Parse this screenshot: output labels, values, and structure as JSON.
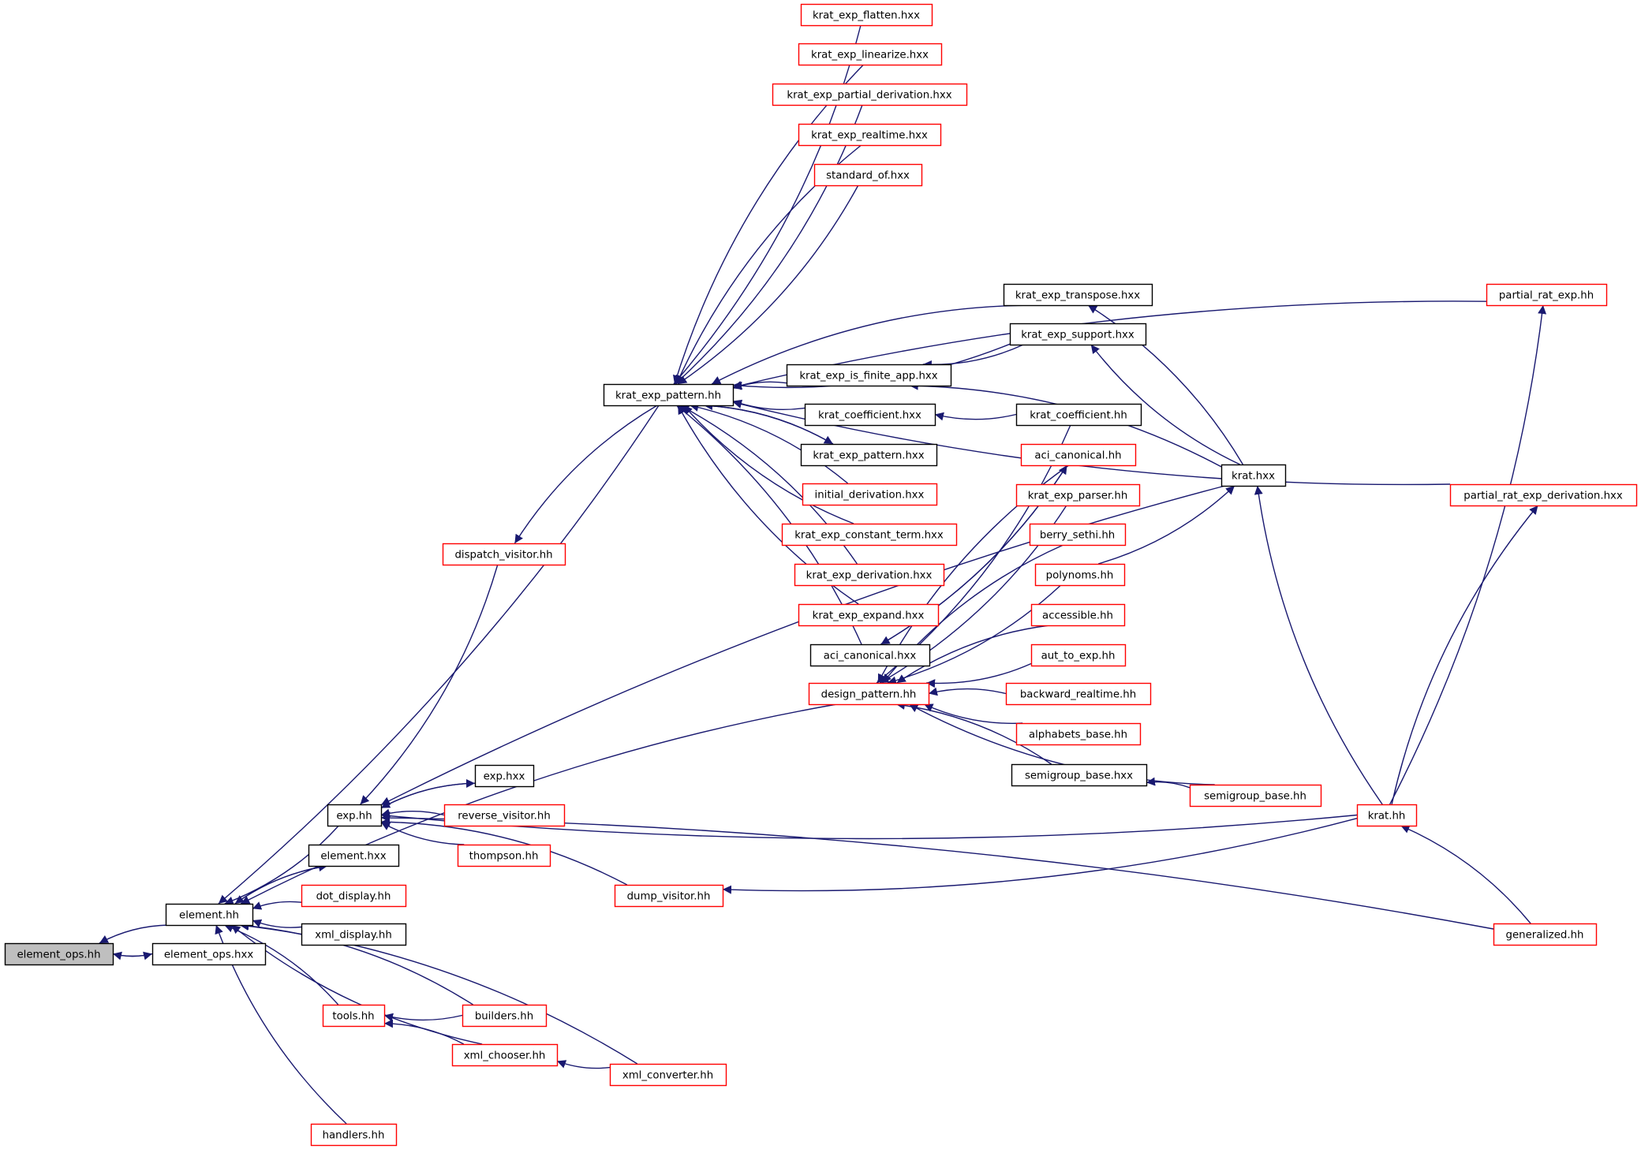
{
  "colors": {
    "edge": "#191970",
    "box_black": "#000000",
    "box_red": "#ff0000",
    "box_root_fill": "#bfbfbf",
    "background": "#ffffff"
  },
  "nodes": [
    {
      "id": "element_ops_hh",
      "label": "element_ops.hh",
      "style": "root"
    },
    {
      "id": "element_hh",
      "label": "element.hh",
      "style": "black"
    },
    {
      "id": "element_ops_hxx",
      "label": "element_ops.hxx",
      "style": "black"
    },
    {
      "id": "exp_hh",
      "label": "exp.hh",
      "style": "black"
    },
    {
      "id": "element_hxx",
      "label": "element.hxx",
      "style": "black"
    },
    {
      "id": "dot_display_hh",
      "label": "dot_display.hh",
      "style": "red"
    },
    {
      "id": "xml_display_hh",
      "label": "xml_display.hh",
      "style": "black"
    },
    {
      "id": "tools_hh",
      "label": "tools.hh",
      "style": "red"
    },
    {
      "id": "handlers_hh",
      "label": "handlers.hh",
      "style": "red"
    },
    {
      "id": "builders_hh",
      "label": "builders.hh",
      "style": "red"
    },
    {
      "id": "xml_chooser_hh",
      "label": "xml_chooser.hh",
      "style": "red"
    },
    {
      "id": "xml_converter_hh",
      "label": "xml_converter.hh",
      "style": "red"
    },
    {
      "id": "exp_hxx",
      "label": "exp.hxx",
      "style": "black"
    },
    {
      "id": "reverse_visitor_hh",
      "label": "reverse_visitor.hh",
      "style": "red"
    },
    {
      "id": "thompson_hh",
      "label": "thompson.hh",
      "style": "red"
    },
    {
      "id": "dump_visitor_hh",
      "label": "dump_visitor.hh",
      "style": "red"
    },
    {
      "id": "dispatch_visitor_hh",
      "label": "dispatch_visitor.hh",
      "style": "red"
    },
    {
      "id": "krat_exp_pattern_hh",
      "label": "krat_exp_pattern.hh",
      "style": "black"
    },
    {
      "id": "krat_exp_flatten_hxx",
      "label": "krat_exp_flatten.hxx",
      "style": "red"
    },
    {
      "id": "krat_exp_linearize_hxx",
      "label": "krat_exp_linearize.hxx",
      "style": "red"
    },
    {
      "id": "krat_exp_partial_derivation_hxx",
      "label": "krat_exp_partial_derivation.hxx",
      "style": "red"
    },
    {
      "id": "krat_exp_realtime_hxx",
      "label": "krat_exp_realtime.hxx",
      "style": "red"
    },
    {
      "id": "standard_of_hxx",
      "label": "standard_of.hxx",
      "style": "red"
    },
    {
      "id": "krat_exp_transpose_hxx",
      "label": "krat_exp_transpose.hxx",
      "style": "black"
    },
    {
      "id": "krat_exp_support_hxx",
      "label": "krat_exp_support.hxx",
      "style": "black"
    },
    {
      "id": "krat_exp_is_finite_app_hxx",
      "label": "krat_exp_is_finite_app.hxx",
      "style": "black"
    },
    {
      "id": "krat_coefficient_hxx",
      "label": "krat_coefficient.hxx",
      "style": "black"
    },
    {
      "id": "krat_coefficient_hh",
      "label": "krat_coefficient.hh",
      "style": "black"
    },
    {
      "id": "krat_exp_pattern_hxx",
      "label": "krat_exp_pattern.hxx",
      "style": "black"
    },
    {
      "id": "initial_derivation_hxx",
      "label": "initial_derivation.hxx",
      "style": "red"
    },
    {
      "id": "krat_exp_constant_term_hxx",
      "label": "krat_exp_constant_term.hxx",
      "style": "red"
    },
    {
      "id": "krat_exp_derivation_hxx",
      "label": "krat_exp_derivation.hxx",
      "style": "red"
    },
    {
      "id": "krat_exp_expand_hxx",
      "label": "krat_exp_expand.hxx",
      "style": "red"
    },
    {
      "id": "aci_canonical_hxx",
      "label": "aci_canonical.hxx",
      "style": "black"
    },
    {
      "id": "design_pattern_hh",
      "label": "design_pattern.hh",
      "style": "red"
    },
    {
      "id": "aci_canonical_hh",
      "label": "aci_canonical.hh",
      "style": "red"
    },
    {
      "id": "krat_exp_parser_hh",
      "label": "krat_exp_parser.hh",
      "style": "red"
    },
    {
      "id": "berry_sethi_hh",
      "label": "berry_sethi.hh",
      "style": "red"
    },
    {
      "id": "polynoms_hh",
      "label": "polynoms.hh",
      "style": "red"
    },
    {
      "id": "accessible_hh",
      "label": "accessible.hh",
      "style": "red"
    },
    {
      "id": "aut_to_exp_hh",
      "label": "aut_to_exp.hh",
      "style": "red"
    },
    {
      "id": "backward_realtime_hh",
      "label": "backward_realtime.hh",
      "style": "red"
    },
    {
      "id": "alphabets_base_hh",
      "label": "alphabets_base.hh",
      "style": "red"
    },
    {
      "id": "semigroup_base_hxx",
      "label": "semigroup_base.hxx",
      "style": "black"
    },
    {
      "id": "semigroup_base_hh",
      "label": "semigroup_base.hh",
      "style": "red"
    },
    {
      "id": "krat_hxx",
      "label": "krat.hxx",
      "style": "black"
    },
    {
      "id": "krat_hh",
      "label": "krat.hh",
      "style": "red"
    },
    {
      "id": "partial_rat_exp_hh",
      "label": "partial_rat_exp.hh",
      "style": "red"
    },
    {
      "id": "partial_rat_exp_derivation_hxx",
      "label": "partial_rat_exp_derivation.hxx",
      "style": "red"
    },
    {
      "id": "generalized_hh",
      "label": "generalized.hh",
      "style": "red"
    }
  ],
  "edges": [
    [
      "element_hh",
      "element_ops_hh"
    ],
    [
      "element_ops_hxx",
      "element_ops_hh"
    ],
    [
      "element_ops_hh",
      "element_ops_hxx"
    ],
    [
      "exp_hh",
      "element_hh"
    ],
    [
      "element_hxx",
      "element_hh"
    ],
    [
      "element_hh",
      "element_hxx"
    ],
    [
      "dot_display_hh",
      "element_hh"
    ],
    [
      "xml_display_hh",
      "element_hh"
    ],
    [
      "tools_hh",
      "element_hh"
    ],
    [
      "handlers_hh",
      "element_hh"
    ],
    [
      "builders_hh",
      "element_hh"
    ],
    [
      "xml_chooser_hh",
      "element_hh"
    ],
    [
      "xml_converter_hh",
      "element_hh"
    ],
    [
      "krat_exp_pattern_hh",
      "element_hh"
    ],
    [
      "design_pattern_hh",
      "element_hh"
    ],
    [
      "builders_hh",
      "tools_hh"
    ],
    [
      "xml_chooser_hh",
      "tools_hh"
    ],
    [
      "xml_converter_hh",
      "xml_chooser_hh"
    ],
    [
      "exp_hxx",
      "exp_hh"
    ],
    [
      "exp_hh",
      "exp_hxx"
    ],
    [
      "reverse_visitor_hh",
      "exp_hh"
    ],
    [
      "thompson_hh",
      "exp_hh"
    ],
    [
      "dump_visitor_hh",
      "exp_hh"
    ],
    [
      "dispatch_visitor_hh",
      "exp_hh"
    ],
    [
      "krat_hxx",
      "exp_hh"
    ],
    [
      "krat_hh",
      "exp_hh"
    ],
    [
      "generalized_hh",
      "exp_hh"
    ],
    [
      "krat_hh",
      "dump_visitor_hh"
    ],
    [
      "krat_exp_pattern_hh",
      "dispatch_visitor_hh"
    ],
    [
      "krat_exp_flatten_hxx",
      "krat_exp_pattern_hh"
    ],
    [
      "krat_exp_linearize_hxx",
      "krat_exp_pattern_hh"
    ],
    [
      "krat_exp_partial_derivation_hxx",
      "krat_exp_pattern_hh"
    ],
    [
      "krat_exp_realtime_hxx",
      "krat_exp_pattern_hh"
    ],
    [
      "standard_of_hxx",
      "krat_exp_pattern_hh"
    ],
    [
      "partial_rat_exp_hh",
      "krat_exp_pattern_hh"
    ],
    [
      "partial_rat_exp_derivation_hxx",
      "krat_exp_pattern_hh"
    ],
    [
      "krat_exp_transpose_hxx",
      "krat_exp_pattern_hh"
    ],
    [
      "krat_exp_support_hxx",
      "krat_exp_pattern_hh"
    ],
    [
      "krat_exp_is_finite_app_hxx",
      "krat_exp_pattern_hh"
    ],
    [
      "krat_coefficient_hxx",
      "krat_exp_pattern_hh"
    ],
    [
      "krat_exp_pattern_hxx",
      "krat_exp_pattern_hh"
    ],
    [
      "krat_exp_pattern_hh",
      "krat_exp_pattern_hxx"
    ],
    [
      "initial_derivation_hxx",
      "krat_exp_pattern_hh"
    ],
    [
      "krat_exp_constant_term_hxx",
      "krat_exp_pattern_hh"
    ],
    [
      "krat_exp_derivation_hxx",
      "krat_exp_pattern_hh"
    ],
    [
      "krat_exp_expand_hxx",
      "krat_exp_pattern_hh"
    ],
    [
      "aci_canonical_hxx",
      "krat_exp_pattern_hh"
    ],
    [
      "krat_exp_support_hxx",
      "krat_exp_is_finite_app_hxx"
    ],
    [
      "krat_hxx",
      "krat_exp_is_finite_app_hxx"
    ],
    [
      "krat_coefficient_hh",
      "krat_coefficient_hxx"
    ],
    [
      "krat_hxx",
      "krat_exp_transpose_hxx"
    ],
    [
      "krat_hxx",
      "krat_exp_support_hxx"
    ],
    [
      "polynoms_hh",
      "krat_hxx"
    ],
    [
      "aci_canonical_hh",
      "aci_canonical_hxx"
    ],
    [
      "aci_canonical_hxx",
      "aci_canonical_hh"
    ],
    [
      "krat_coefficient_hh",
      "design_pattern_hh"
    ],
    [
      "aci_canonical_hh",
      "design_pattern_hh"
    ],
    [
      "krat_exp_parser_hh",
      "design_pattern_hh"
    ],
    [
      "berry_sethi_hh",
      "design_pattern_hh"
    ],
    [
      "polynoms_hh",
      "design_pattern_hh"
    ],
    [
      "accessible_hh",
      "design_pattern_hh"
    ],
    [
      "aut_to_exp_hh",
      "design_pattern_hh"
    ],
    [
      "backward_realtime_hh",
      "design_pattern_hh"
    ],
    [
      "alphabets_base_hh",
      "design_pattern_hh"
    ],
    [
      "semigroup_base_hxx",
      "design_pattern_hh"
    ],
    [
      "semigroup_base_hh",
      "design_pattern_hh"
    ],
    [
      "semigroup_base_hh",
      "semigroup_base_hxx"
    ],
    [
      "krat_hh",
      "krat_hxx"
    ],
    [
      "krat_hh",
      "partial_rat_exp_hh"
    ],
    [
      "krat_hh",
      "partial_rat_exp_derivation_hxx"
    ],
    [
      "generalized_hh",
      "krat_hh"
    ]
  ]
}
